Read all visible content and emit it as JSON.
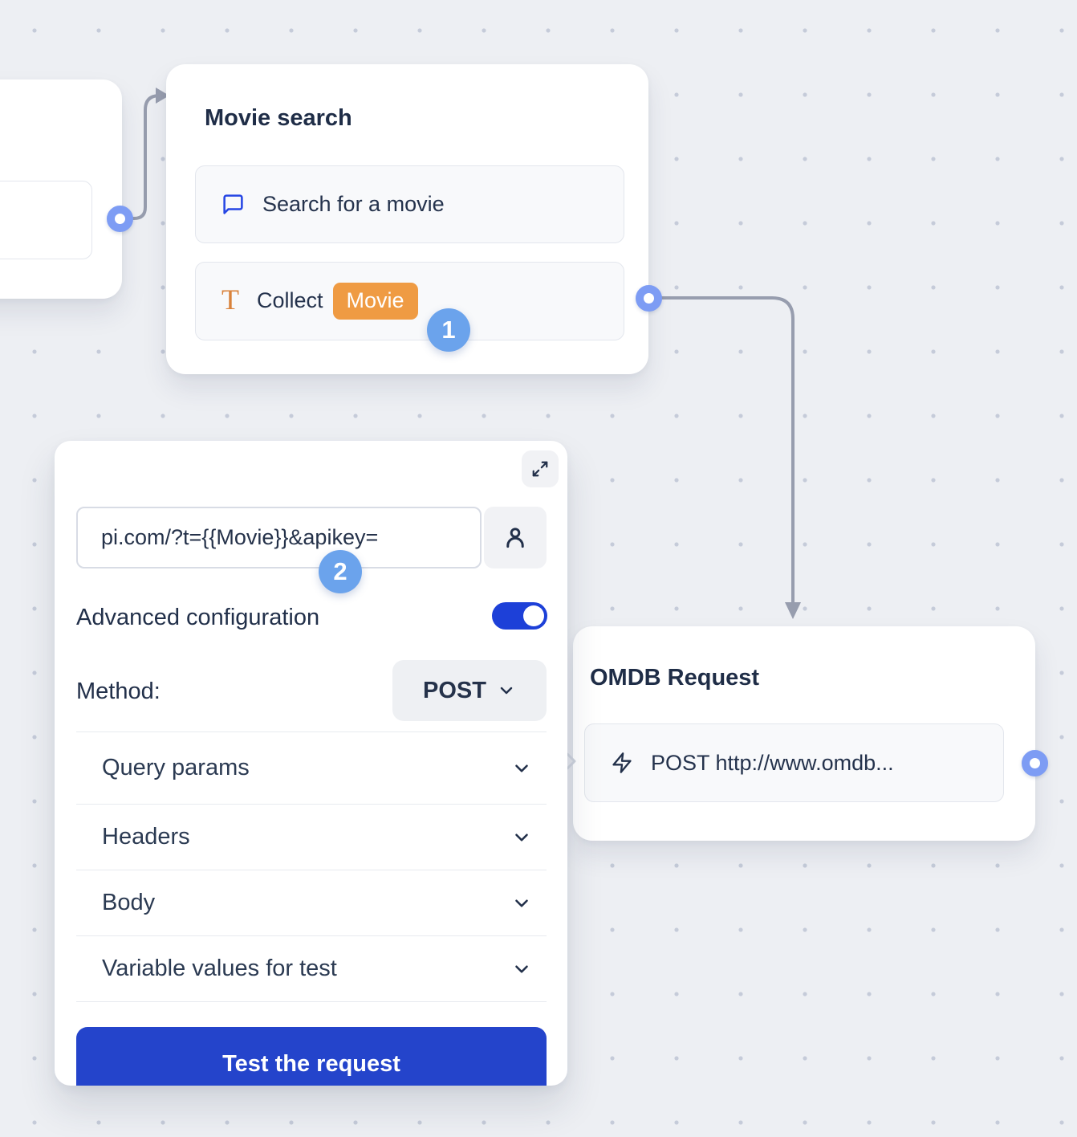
{
  "nodes": {
    "partial_left": {
      "note": ""
    },
    "movie_search": {
      "title": "Movie search",
      "step_badge": "1",
      "items": [
        {
          "icon": "chat-bubble-icon",
          "label": "Search for a movie"
        },
        {
          "icon": "text-input-icon",
          "label": "Collect",
          "badge": "Movie"
        }
      ]
    },
    "omdb_request": {
      "title": "OMDB Request",
      "items": [
        {
          "icon": "zap-icon",
          "label": "POST http://www.omdb..."
        }
      ]
    }
  },
  "config_panel": {
    "step_badge": "2",
    "url": {
      "value": "pi.com/?t={{Movie}}&apikey="
    },
    "advanced": {
      "label": "Advanced configuration",
      "state": "on"
    },
    "method": {
      "label": "Method:",
      "value": "POST"
    },
    "sections": [
      "Query params",
      "Headers",
      "Body",
      "Variable values for test"
    ],
    "test_button": {
      "label": "Test the request"
    }
  },
  "icons": [
    "expand-icon",
    "person-icon",
    "chat-bubble-icon",
    "text-input-icon",
    "zap-icon",
    "chevron-down-icon",
    "chevron-right-connector-icon"
  ],
  "colors": {
    "canvas_bg": "#edeff3",
    "grid_dot": "#c5cbd9",
    "primary_button_blue": "#2444cb",
    "toggle_blue": "#1d40d8",
    "step_badge_blue": "#6ba3ec",
    "connector_ring_blue": "#7d9cf4",
    "chat_icon_blue": "#2646e4",
    "orange_badge": "#ef9b43",
    "orange_t_icon": "#d9823b",
    "wire_gray": "#979dae",
    "text_navy": "#22304a"
  }
}
